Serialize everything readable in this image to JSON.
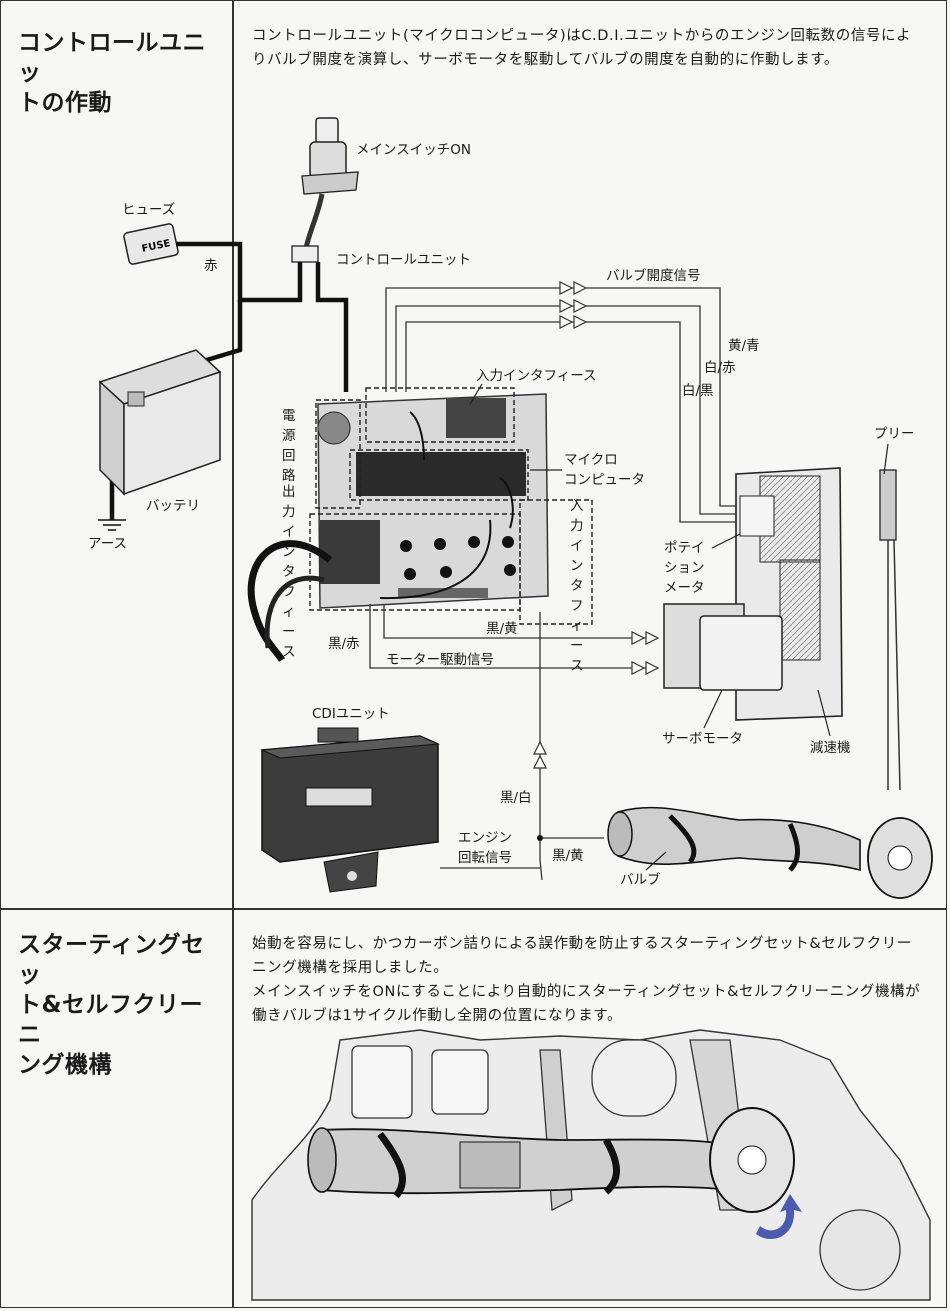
{
  "sections": [
    {
      "heading_lines": [
        "コントロールユニッ",
        "トの作動"
      ],
      "body": [
        "コントロールユニット(マイクロコンピュータ)はC.D.I.ユニットからのエンジン回転数の信号によりバルブ開度を演算し、サーボモータを駆動してバルブの開度を自動的に作動します。"
      ]
    },
    {
      "heading_lines": [
        "スターティングセッ",
        "ト&セルフクリーニ",
        "ング機構"
      ],
      "body": [
        "始動を容易にし、かつカーボン詰りによる誤作動を防止するスターティングセット&セルフクリーニング機構を採用しました。",
        "メインスイッチをONにすることにより自動的にスターティングセット&セルフクリーニング機構が働きバルブは1サイクル作動し全開の位置になります。"
      ]
    }
  ],
  "diagram": {
    "labels": {
      "main_switch": "メインスイッチON",
      "fuse": "ヒューズ",
      "fuse_text": "FUSE",
      "red_wire": "赤",
      "control_unit": "コントロールユニット",
      "valve_signal": "バルブ開度信号",
      "yellow_blue": "黄/青",
      "white_red": "白/赤",
      "white_black": "白/黒",
      "input_interface": "入力インタフィース",
      "power_circuit": "電源回路",
      "microcomputer_1": "マイクロ",
      "microcomputer_2": "コンピュータ",
      "pulley": "プリー",
      "battery": "バッテリ",
      "output_interface": "出力インタフィース",
      "input_interface_2": "入力インタフィース",
      "ground": "アース",
      "potentiometer_1": "ポテイ",
      "potentiometer_2": "ション",
      "potentiometer_3": "メータ",
      "black_red": "黒/赤",
      "black_yellow": "黒/黄",
      "motor_signal": "モーター駆動信号",
      "cdi_unit": "CDIユニット",
      "servo_motor": "サーボモータ",
      "reducer": "減速機",
      "black_white": "黒/白",
      "engine_signal_1": "エンジン",
      "engine_signal_2": "回転信号",
      "black_yellow_2": "黒/黄",
      "valve": "バルブ"
    }
  },
  "colors": {
    "rotation_arrow": "#4a5bb0"
  }
}
